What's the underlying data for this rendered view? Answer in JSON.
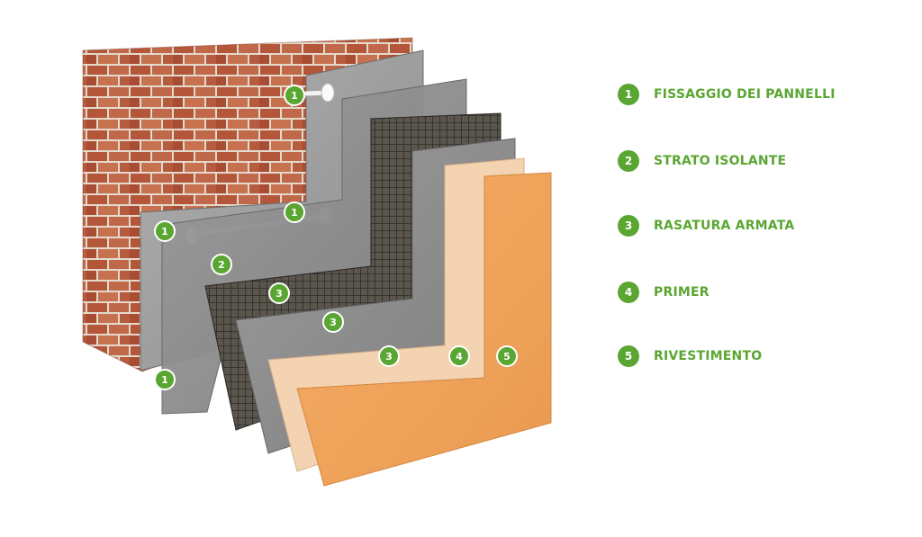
{
  "legend": [
    {
      "number": "1",
      "label": "FISSAGGIO DEI PANNELLI"
    },
    {
      "number": "2",
      "label": "STRATO ISOLANTE"
    },
    {
      "number": "3",
      "label": "RASATURA ARMATA"
    },
    {
      "number": "4",
      "label": "PRIMER"
    },
    {
      "number": "5",
      "label": "RIVESTIMENTO"
    }
  ],
  "markers": {
    "anchor_top": "1",
    "anchor_mid": "1",
    "anchor_left": "1",
    "anchor_bottom": "1",
    "insulation": "2",
    "render_base": "3",
    "mesh": "3",
    "render_top": "3",
    "primer": "4",
    "finish": "5"
  },
  "colors": {
    "accent_green": "#5aa632",
    "brick": "#b3573a",
    "mortar": "#e7ddd0",
    "insulation_grey": "#9a9a9a",
    "render_grey": "#8d8d8d",
    "mesh_dark": "#4a4640",
    "primer_beige": "#f3d3b2",
    "finish_orange": "#f2a55d"
  }
}
